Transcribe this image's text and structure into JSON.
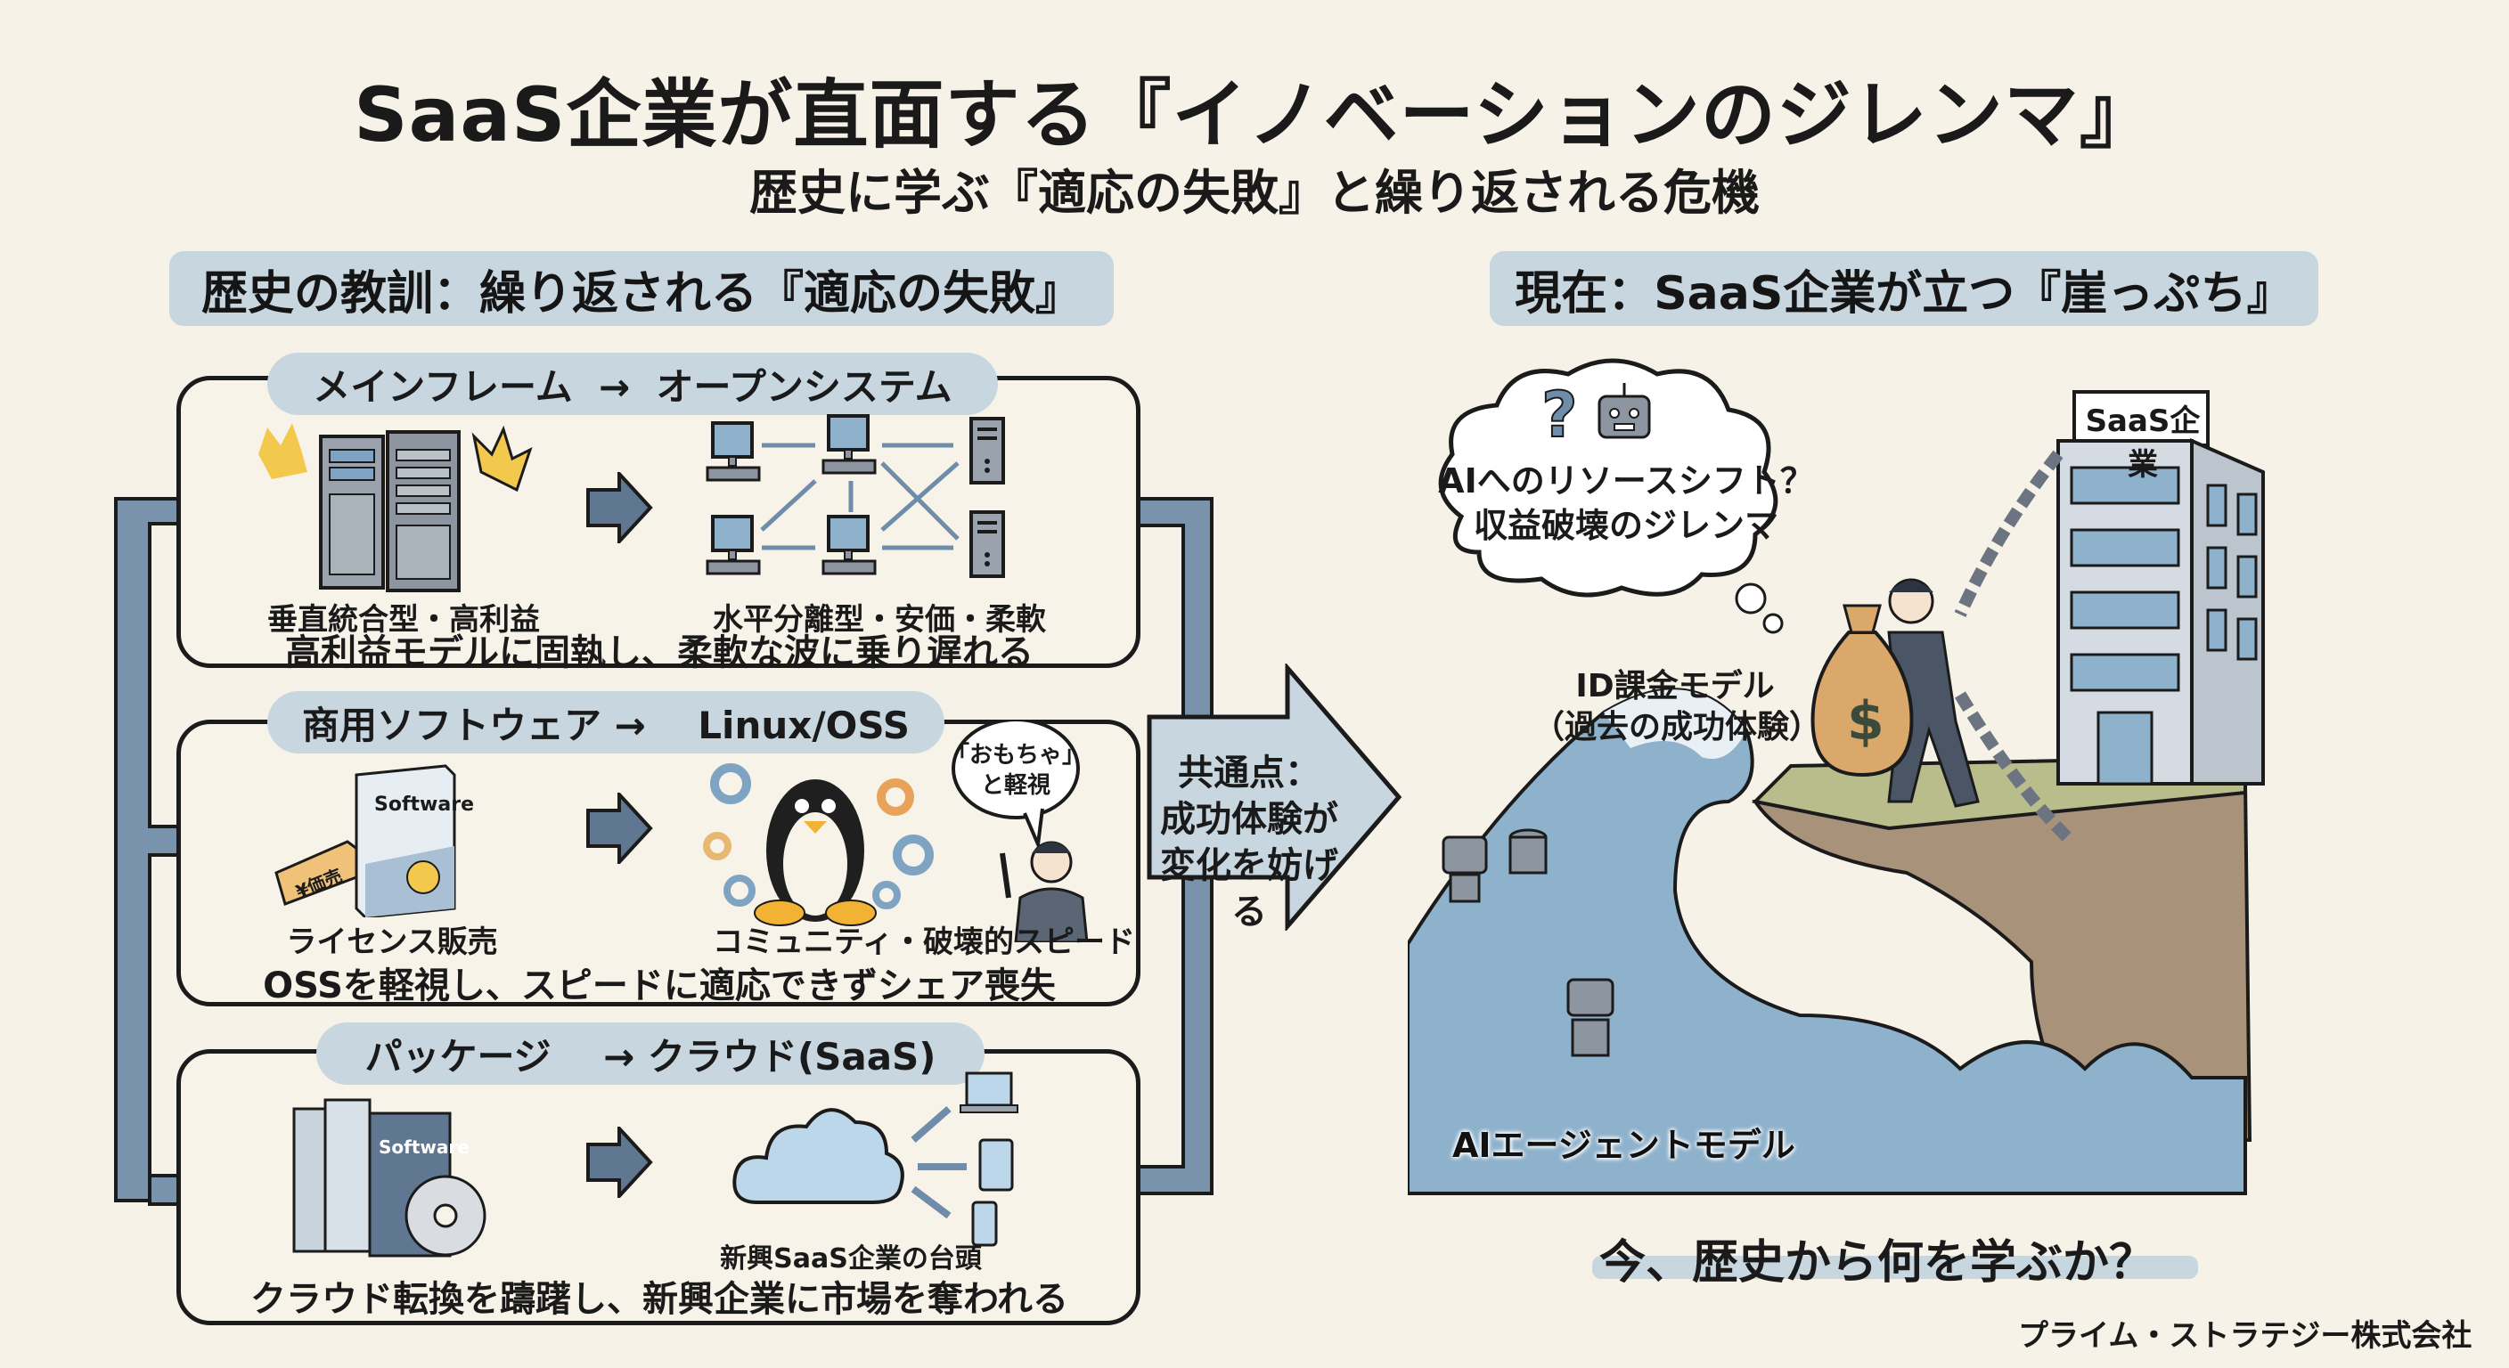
{
  "header": {
    "title": "SaaS企業が直面する『イノベーションのジレンマ』",
    "subtitle": "歴史に学ぶ『適応の失敗』と繰り返される危機"
  },
  "left_section": {
    "heading": "歴史の教訓：繰り返される『適応の失敗』",
    "cases": [
      {
        "title": "メインフレーム  →  オープンシステム",
        "before_label": "垂直統合型・高利益",
        "after_label": "水平分離型・安価・柔軟",
        "lesson": "高利益モデルに固執し、柔軟な波に乗り遅れる"
      },
      {
        "title": "商用ソフトウェア →    Linux/OSS",
        "before_label": "ライセンス販売",
        "after_label": "コミュニティ・破壊的スピード",
        "lesson": "OSSを軽視し、スピードに適応できずシェア喪失",
        "price_tag": "¥価売",
        "box_label": "Software",
        "speech_bubble": [
          "「おもちゃ」",
          "と軽視"
        ]
      },
      {
        "title": "パッケージ    → クラウド(SaaS)",
        "before_label": "",
        "after_label": "新興SaaS企業の台頭",
        "lesson": "クラウド転換を躊躇し、新興企業に市場を奪われる",
        "box_label": "Software"
      }
    ]
  },
  "common_point": {
    "lines": [
      "共通点：",
      "成功体験が",
      "変化を妨げる"
    ]
  },
  "right_section": {
    "heading": "現在：SaaS企業が立つ『崖っぷち』",
    "thought_bubble": [
      "AIへのリソースシフト？",
      "収益破壊のジレンマ"
    ],
    "building_sign": "SaaS企業",
    "money_bag_label": [
      "ID課金モデル",
      "（過去の成功体験）"
    ],
    "money_symbol": "$",
    "wave_label": "AIエージェントモデル",
    "question": "今、歴史から何を学ぶか？"
  },
  "footer": {
    "company": "プライム・ストラテジー株式会社"
  },
  "colors": {
    "background": "#f6f2e8",
    "header_pill": "#c8d6e0",
    "connector_blue": "#7a93ad",
    "wave_blue": "#8fb2cc",
    "cliff_brown": "#a8937a",
    "grass": "#b9bd8c",
    "money_bag": "#d9a86a",
    "crown_gold": "#f2c94c"
  }
}
